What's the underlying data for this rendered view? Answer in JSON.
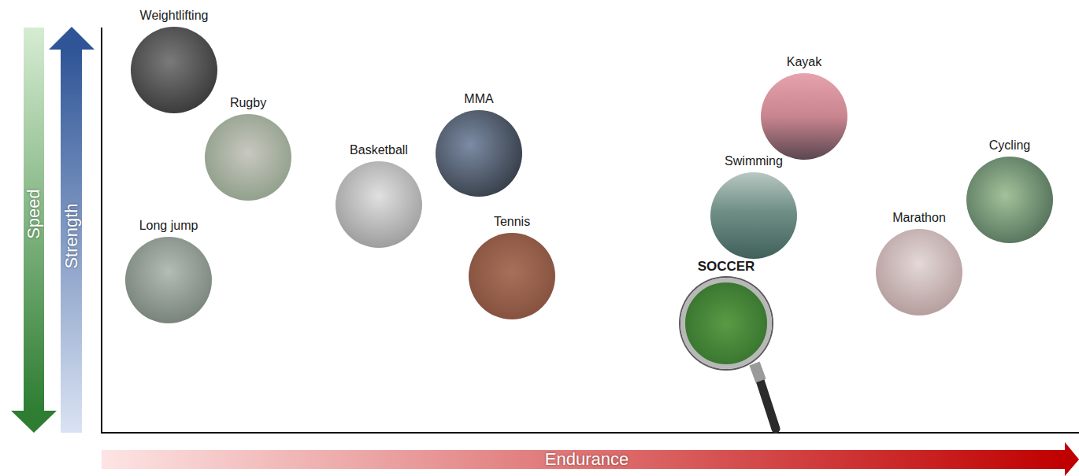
{
  "diagram": {
    "nodes": [
      {
        "text": [
          "Weightlifting"
        ]
      },
      {
        "text": [
          "Rugby"
        ]
      },
      {
        "text": [
          "Basketball"
        ]
      },
      {
        "text": [
          "MMA"
        ]
      },
      {
        "text": [
          "Kayak"
        ]
      },
      {
        "text": [
          "Cycling"
        ]
      },
      {
        "text": [
          "Swimming"
        ]
      },
      {
        "text": [
          "Long jump"
        ]
      },
      {
        "text": [
          "Tennis"
        ]
      },
      {
        "text": [
          "Marathon"
        ]
      },
      {
        "text": [
          "SOCCER"
        ]
      }
    ],
    "labels": [
      "Speed",
      "Strength",
      "Endurance"
    ]
  }
}
